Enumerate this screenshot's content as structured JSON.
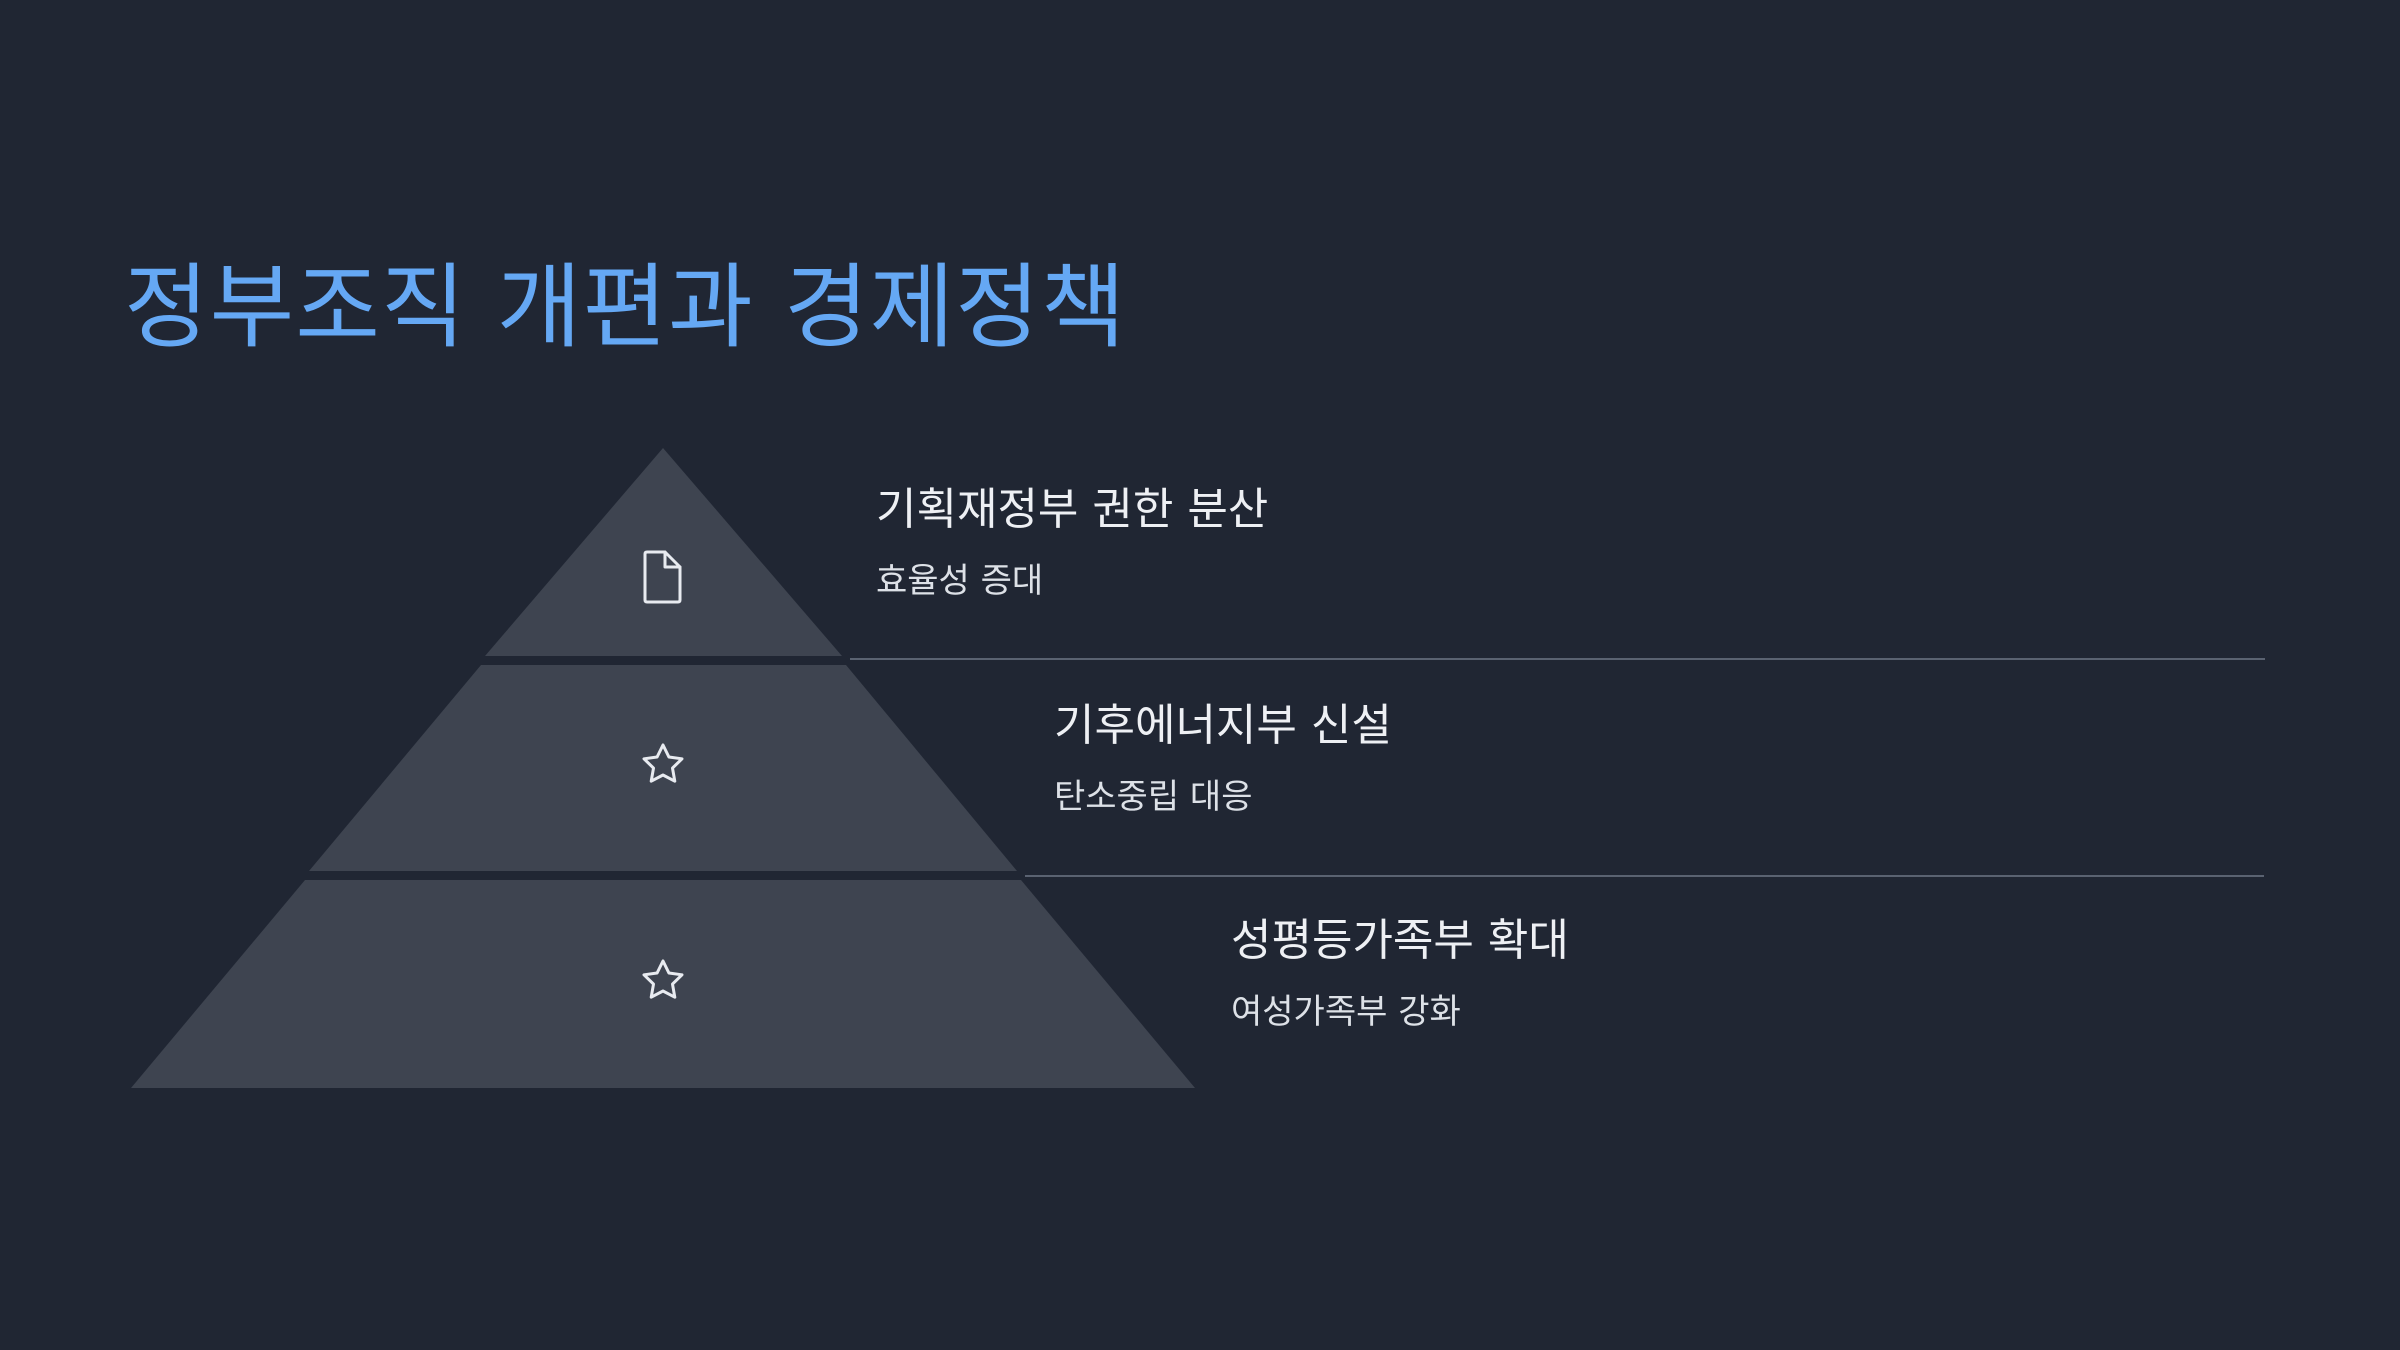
{
  "slide": {
    "title": "정부조직 개편과 경제정책"
  },
  "pyramid": {
    "levels": [
      {
        "heading": "기획재정부 권한 분산",
        "description": "효율성 증대",
        "icon": "document-icon"
      },
      {
        "heading": "기후에너지부 신설",
        "description": "탄소중립 대응",
        "icon": "star-icon"
      },
      {
        "heading": "성평등가족부 확대",
        "description": "여성가족부 강화",
        "icon": "star-icon"
      }
    ]
  },
  "colors": {
    "background": "#202633",
    "title": "#65a8f4",
    "segment": "#3e4450",
    "icon_stroke": "#e8ebf0",
    "divider": "#5a6271"
  }
}
